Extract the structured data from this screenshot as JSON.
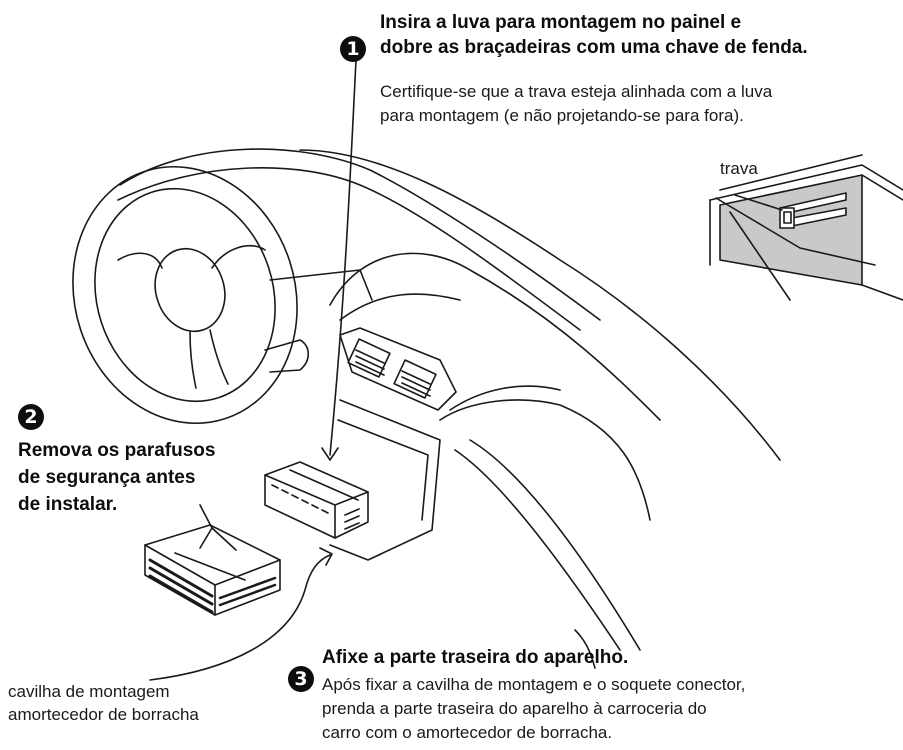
{
  "step1": {
    "number": "1",
    "heading_line1": "Insira a luva para montagem no painel e",
    "heading_line2": "dobre as braçadeiras com uma chave de fenda.",
    "body_line1": "Certifique-se que a trava esteja alinhada com a luva",
    "body_line2": "para montagem (e não projetando-se para fora)."
  },
  "detail": {
    "label": "trava"
  },
  "step2": {
    "number": "2",
    "line1": "Remova os parafusos",
    "line2": "de segurança antes",
    "line3": "de instalar."
  },
  "step3": {
    "number": "3",
    "heading": "Afixe a parte traseira do aparelho.",
    "body_line1": "Após fixar a cavilha de montagem e o soquete conector,",
    "body_line2": "prenda a parte traseira do aparelho à carroceria do",
    "body_line3": "carro com o amortecedor de borracha."
  },
  "parts_label": {
    "line1": "cavilha de montagem",
    "line2": "amortecedor de borracha"
  }
}
